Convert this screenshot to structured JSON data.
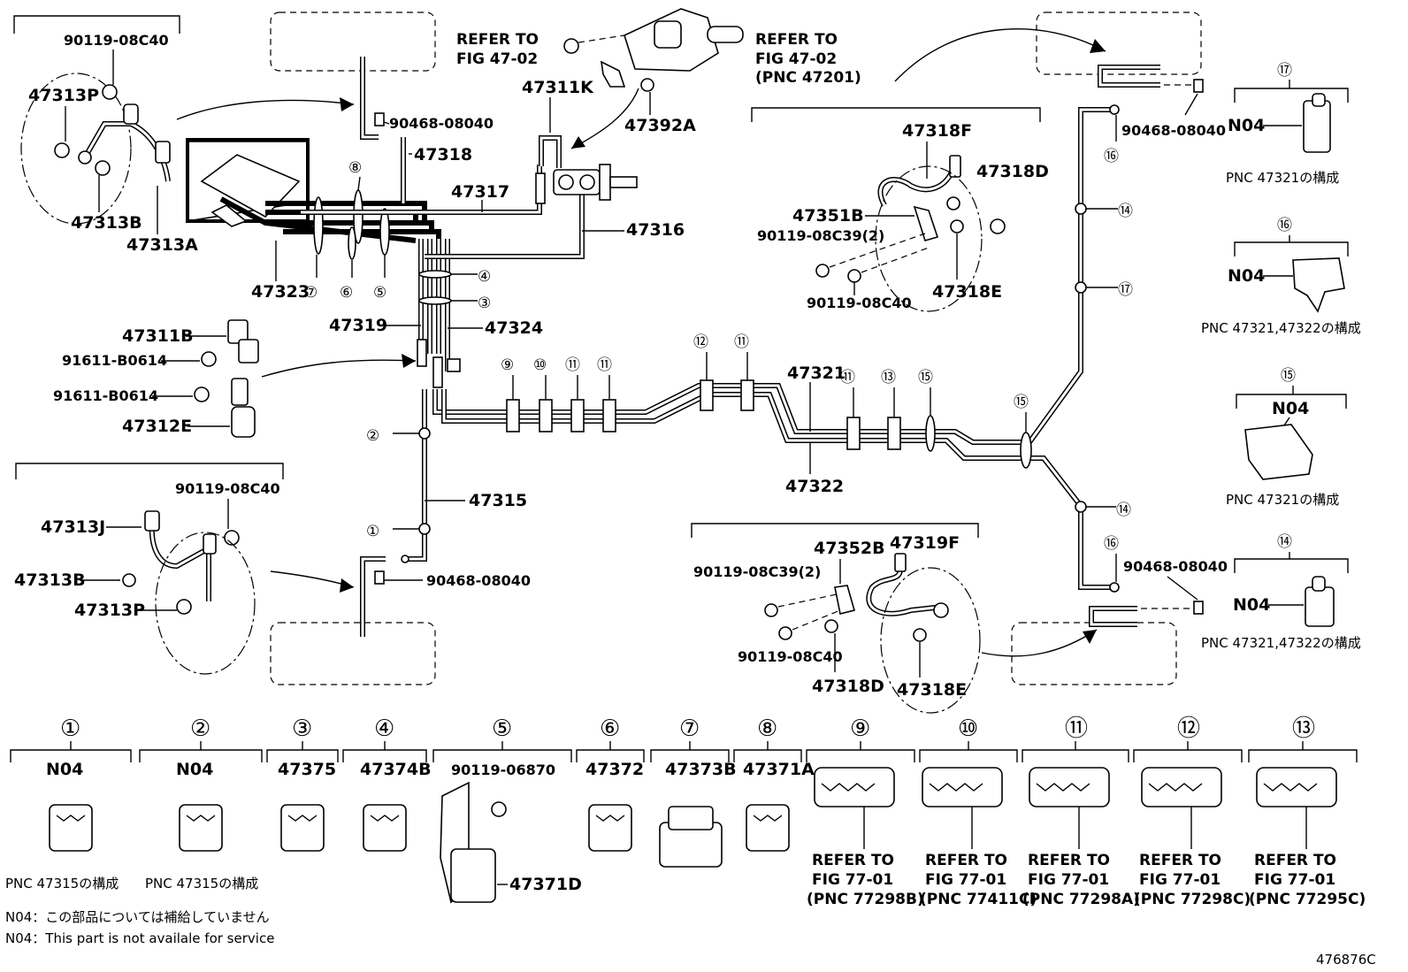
{
  "labels": {
    "p1": "90119-08C40",
    "p2": "47313P",
    "p3": "47313B",
    "p4": "47313A",
    "p5": "90468-08040",
    "p6": "47318",
    "p7": "47317",
    "p8": "47316",
    "p9": "47323",
    "p10": "47319",
    "p11": "47324",
    "p12": "47311K",
    "p13": "47392A",
    "p14": "47311B",
    "p15": "91611-B0614",
    "p16": "91611-B0614",
    "p17": "47312E",
    "p18": "47318F",
    "p19": "47318D",
    "p20": "47351B",
    "p21": "90119-08C39(2)",
    "p22": "90119-08C40",
    "p23": "47318E",
    "p24": "47321",
    "p25": "47322",
    "p26": "90468-08040",
    "p27": "90468-08040",
    "p28": "47315",
    "p29": "90468-08040",
    "p30": "47313J",
    "p31": "90119-08C40",
    "p32": "47313B",
    "p33": "47313P",
    "p34": "47352B",
    "p35": "47319F",
    "p36": "90119-08C39(2)",
    "p37": "90119-08C40",
    "p38": "47318D",
    "p39": "47318E",
    "n04a": "N04",
    "n04b": "N04",
    "n04c": "N04",
    "n04d": "N04"
  },
  "refer": {
    "a1": "REFER TO",
    "a2": "FIG 47-02",
    "b1": "REFER TO",
    "b2": "FIG 47-02",
    "b3": "(PNC 47201)"
  },
  "circles": {
    "c1": "⑰",
    "c2": "⑯",
    "c3": "⑮",
    "c4": "⑭",
    "c5": "⑧",
    "c6": "⑦",
    "c7": "⑥",
    "c8": "⑤",
    "c9": "④",
    "c10": "③",
    "c11": "⑫",
    "c12": "⑪",
    "c13": "⑨",
    "c14": "⑩",
    "c15": "⑪",
    "c16": "⑪",
    "c17": "⑪",
    "c18": "⑬",
    "c19": "⑮",
    "c20": "⑮",
    "c21": "②",
    "c22": "①",
    "c23": "⑯",
    "c24": "⑭",
    "c25": "⑰",
    "c26": "⑯",
    "c27": "⑭"
  },
  "legend": {
    "r1_title": "⑰",
    "r1_note": "PNC 47321の構成",
    "r2_title": "⑯",
    "r2_note": "PNC 47321,47322の構成",
    "r3_title": "⑮",
    "r3_note": "PNC 47321の構成",
    "r4_title": "⑭",
    "r4_note": "PNC 47321,47322の構成"
  },
  "bottom": [
    {
      "circle": "①",
      "part": "N04",
      "note": "PNC 47315の構成"
    },
    {
      "circle": "②",
      "part": "N04",
      "note": "PNC 47315の構成"
    },
    {
      "circle": "③",
      "part": "47375"
    },
    {
      "circle": "④",
      "part": "47374B"
    },
    {
      "circle": "⑤",
      "part": "90119-06870",
      "sub": "47371D"
    },
    {
      "circle": "⑥",
      "part": "47372"
    },
    {
      "circle": "⑦",
      "part": "47373B"
    },
    {
      "circle": "⑧",
      "part": "47371A"
    },
    {
      "circle": "⑨",
      "ref1": "REFER TO",
      "ref2": "FIG 77-01",
      "ref3": "(PNC 77298B)"
    },
    {
      "circle": "⑩",
      "ref1": "REFER TO",
      "ref2": "FIG 77-01",
      "ref3": "(PNC 77411C)"
    },
    {
      "circle": "⑪",
      "ref1": "REFER TO",
      "ref2": "FIG 77-01",
      "ref3": "(PNC 77298A)"
    },
    {
      "circle": "⑫",
      "ref1": "REFER TO",
      "ref2": "FIG 77-01",
      "ref3": "(PNC 77298C)"
    },
    {
      "circle": "⑬",
      "ref1": "REFER TO",
      "ref2": "FIG 77-01",
      "ref3": "(PNC 77295C)"
    }
  ],
  "footnotes": {
    "jp": "N04：この部品については補給していません",
    "en": "N04：This part is not availale for service"
  },
  "code": "476876C"
}
